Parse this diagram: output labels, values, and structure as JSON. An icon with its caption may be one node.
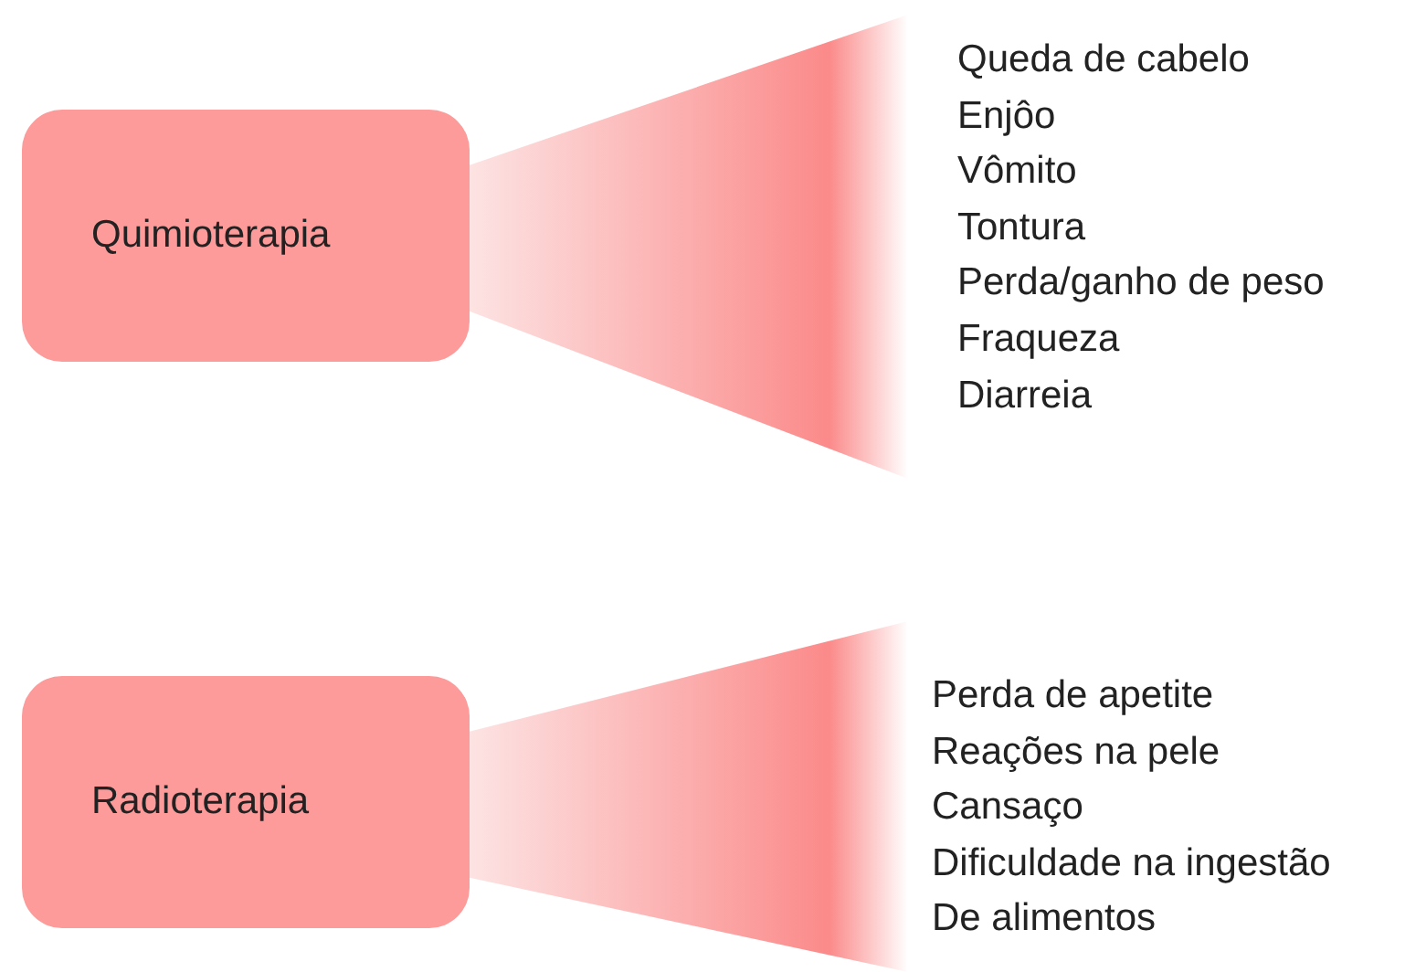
{
  "diagram": {
    "nodes": [
      {
        "text": [
          "Quimioterapia"
        ]
      },
      {
        "text": [
          "Queda de cabelo",
          "Enjôo",
          "Vômito",
          "Tontura",
          "Perda/ganho de peso",
          "Fraqueza",
          "Diarreia"
        ]
      },
      {
        "text": [
          "Radioterapia"
        ]
      },
      {
        "text": [
          "Perda de apetite",
          "Reações na pele",
          "Cansaço",
          "Dificuldade na ingestão",
          "De alimentos"
        ]
      }
    ],
    "edges": [
      {
        "from": 0,
        "to": 1,
        "arrow": "none"
      },
      {
        "from": 2,
        "to": 3,
        "arrow": "none"
      }
    ]
  }
}
